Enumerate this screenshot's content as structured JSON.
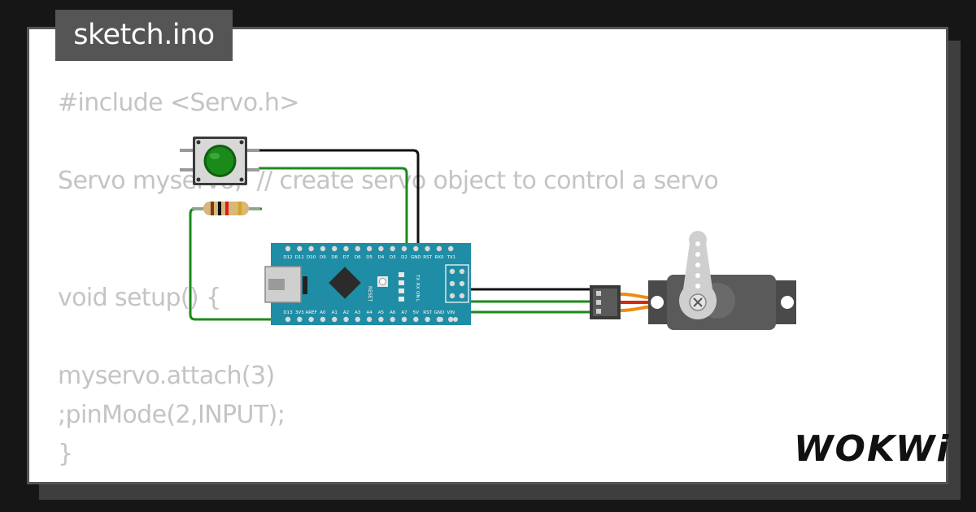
{
  "tab": {
    "filename": "sketch.ino"
  },
  "code_lines": [
    "#include <Servo.h>",
    "Servo myservo;  // create servo object to control a servo",
    "void setup() {",
    "myservo.attach(3)",
    ";pinMode(2,INPUT);",
    "}"
  ],
  "brand": {
    "logo_text": "WOKWi"
  },
  "board": {
    "top_pin_labels": [
      "D12",
      "D11",
      "D10",
      "D9",
      "D8",
      "D7",
      "D6",
      "D5",
      "D4",
      "D3",
      "D2",
      "GND",
      "RST",
      "RX0",
      "TX1"
    ],
    "bottom_pin_labels": [
      "D13",
      "3V3",
      "AREF",
      "A0",
      "A1",
      "A2",
      "A3",
      "A4",
      "A5",
      "A6",
      "A7",
      "5V",
      "RST",
      "GND",
      "VIN"
    ],
    "side_labels": [
      "TX",
      "RX",
      "ON",
      "L"
    ],
    "reset_label": "RESET"
  },
  "colors": {
    "background": "#161616",
    "card": "#ffffff",
    "board": "#1f8da5",
    "button_cap": "#1a8a1a",
    "wire_black": "#111111",
    "wire_green": "#1b8a1b",
    "servo_body": "#5a5a5a",
    "servo_wire_orange": "#f08a10",
    "servo_wire_red": "#d42a0c",
    "servo_wire_brown": "#6b3a16"
  },
  "icons": {
    "pushbutton": "pushbutton-icon",
    "resistor": "resistor-icon",
    "arduino_nano": "arduino-nano-icon",
    "servo": "servo-motor-icon"
  }
}
